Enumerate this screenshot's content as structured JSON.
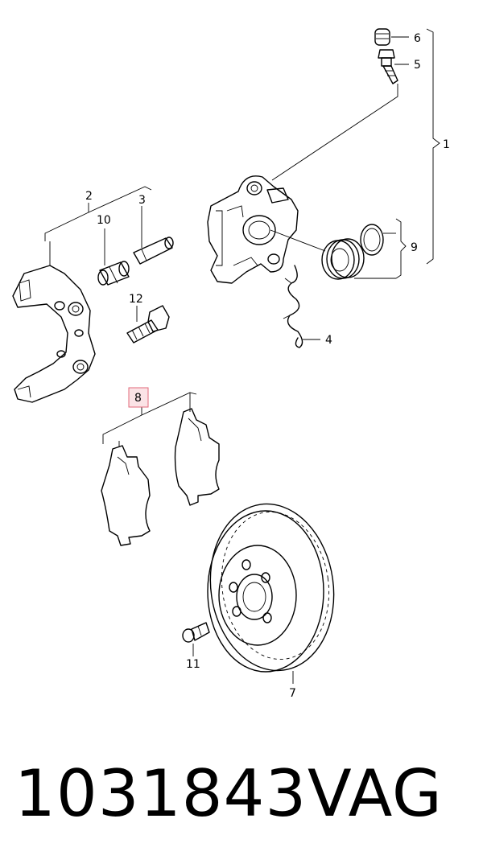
{
  "callouts": {
    "c1": "1",
    "c2": "2",
    "c3": "3",
    "c4": "4",
    "c5": "5",
    "c6": "6",
    "c7": "7",
    "c8": "8",
    "c9": "9",
    "c10": "10",
    "c11": "11",
    "c12": "12"
  },
  "highlighted_callout": "8",
  "footer": {
    "part_number": "1031843",
    "brand": "VAG"
  },
  "colors": {
    "highlight_fill": "#fbe3e6",
    "highlight_stroke": "#e06a7a",
    "ink": "#000000"
  }
}
